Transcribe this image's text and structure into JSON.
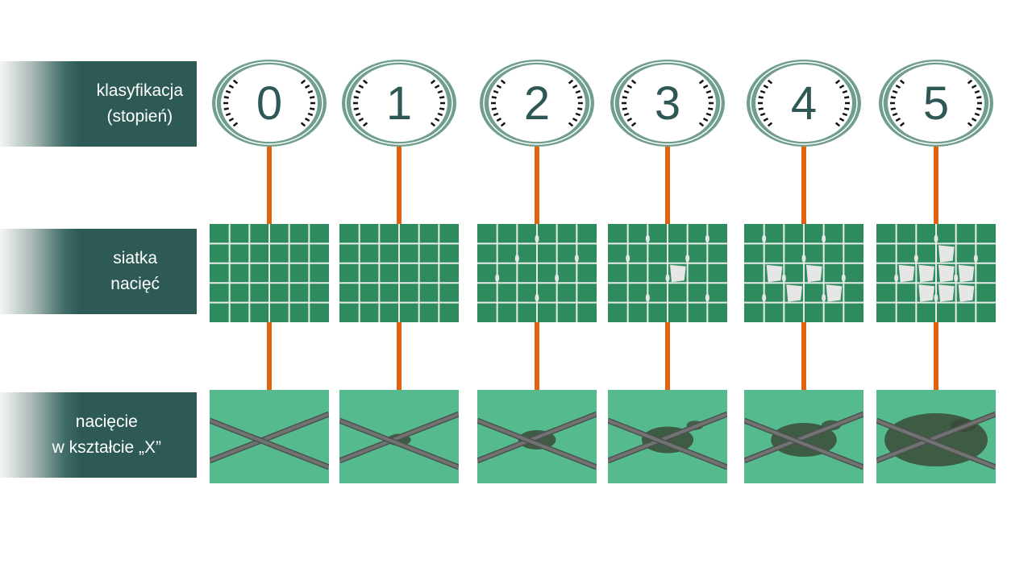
{
  "labels": {
    "row1": [
      "klasyfikacja",
      "(stopień)"
    ],
    "row2": [
      "siatka",
      "nacięć"
    ],
    "row3": [
      "nacięcie",
      "w kształcie „X”"
    ]
  },
  "columns": [
    {
      "grade": "0",
      "flaked_cells": 0,
      "cut_damage": 0.0
    },
    {
      "grade": "1",
      "flaked_cells": 0,
      "cut_damage": 0.15
    },
    {
      "grade": "2",
      "flaked_cells": 0,
      "cut_damage": 0.3
    },
    {
      "grade": "3",
      "flaked_cells": 1,
      "cut_damage": 0.45
    },
    {
      "grade": "4",
      "flaked_cells": 4,
      "cut_damage": 0.6
    },
    {
      "grade": "5",
      "flaked_cells": 8,
      "cut_damage": 1.0
    }
  ],
  "colors": {
    "label_bg": "#2d5a55",
    "badge_ring": "#6f9e8c",
    "badge_text": "#2e5856",
    "connector": "#e2630f",
    "grid_green": "#2e8b5e",
    "grid_lines": "#e8ece9",
    "cut_bg": "#55bb8e",
    "cut_line": "#707372",
    "damage": "#3b4a36"
  }
}
